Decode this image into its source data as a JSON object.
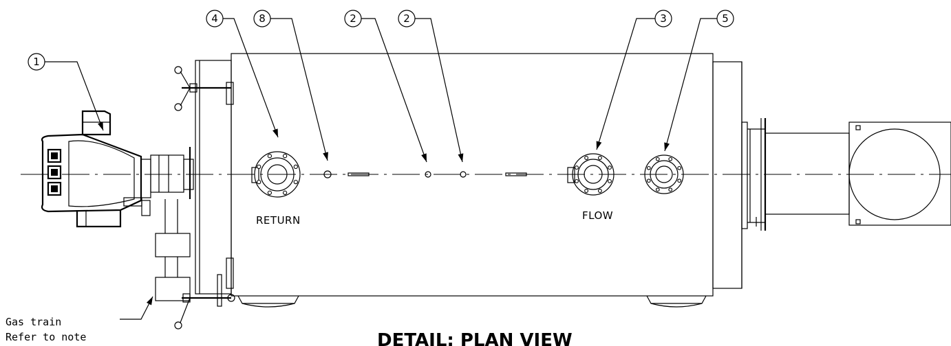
{
  "balloons": [
    {
      "number": "1",
      "refers_to": "burner"
    },
    {
      "number": "4",
      "refers_to": "return-flange"
    },
    {
      "number": "8",
      "refers_to": "small-socket"
    },
    {
      "number": "2",
      "refers_to": "socket-a"
    },
    {
      "number": "2",
      "refers_to": "socket-b"
    },
    {
      "number": "3",
      "refers_to": "flow-flange"
    },
    {
      "number": "5",
      "refers_to": "outlet-flange"
    }
  ],
  "labels": {
    "return": "RETURN",
    "flow": "FLOW",
    "gas_train_line1": "Gas train",
    "gas_train_line2": "Refer to note"
  },
  "title": "DETAIL: PLAN VIEW"
}
